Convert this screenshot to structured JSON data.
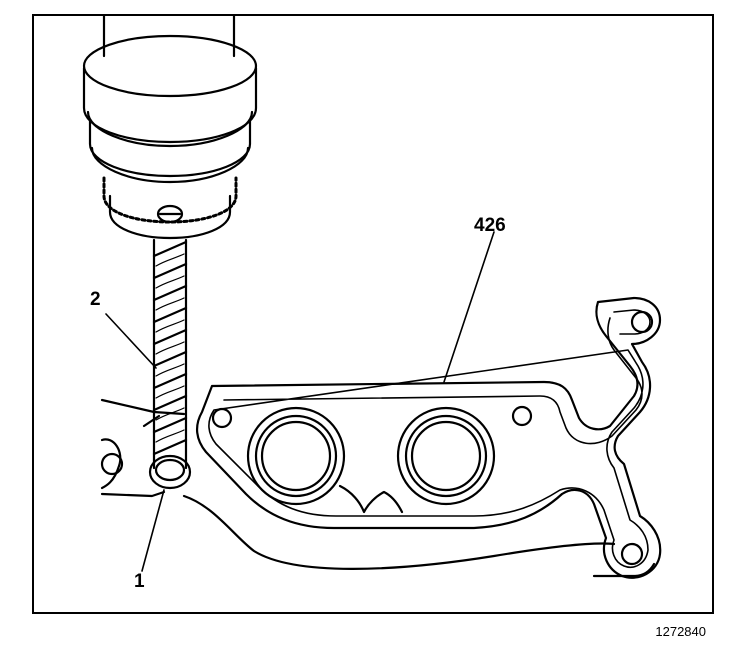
{
  "callouts": {
    "gasket_label": "426",
    "drill_bit_label": "2",
    "hole_label": "1"
  },
  "figure_number": "1272840",
  "colors": {
    "line": "#000000",
    "background": "#ffffff"
  }
}
